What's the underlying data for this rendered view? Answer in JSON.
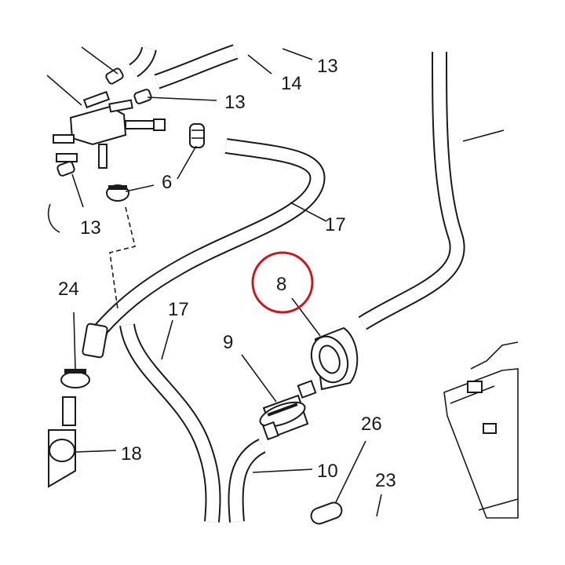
{
  "diagram": {
    "callouts": [
      "13",
      "14",
      "13",
      "13",
      "6",
      "17",
      "17",
      "8",
      "24",
      "9",
      "18",
      "26",
      "10",
      "23"
    ],
    "highlighted_label": "8",
    "highlight_color": "#d0141e",
    "line_color": "#1a1a1a"
  }
}
